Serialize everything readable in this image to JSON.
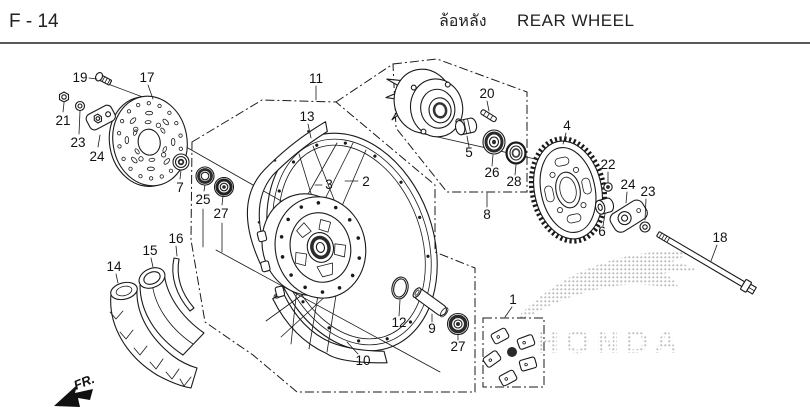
{
  "header": {
    "page_code": "F - 14",
    "title_th": "ล้อหลัง",
    "title_en": "REAR WHEEL"
  },
  "watermark": {
    "brand": "HONDA"
  },
  "footer": {
    "front_label": "FR."
  },
  "colors": {
    "line": "#1a1a1a",
    "watermark_dots": "#bdbdbd",
    "background": "#ffffff"
  },
  "callouts": [
    {
      "label": "19"
    },
    {
      "label": "17"
    },
    {
      "label": "21"
    },
    {
      "label": "23"
    },
    {
      "label": "24"
    },
    {
      "label": "7"
    },
    {
      "label": "25"
    },
    {
      "label": "27"
    },
    {
      "label": "16"
    },
    {
      "label": "15"
    },
    {
      "label": "14"
    },
    {
      "label": "11"
    },
    {
      "label": "13"
    },
    {
      "label": "3"
    },
    {
      "label": "2"
    },
    {
      "label": "20"
    },
    {
      "label": "5"
    },
    {
      "label": "26"
    },
    {
      "label": "28"
    },
    {
      "label": "8"
    },
    {
      "label": "4"
    },
    {
      "label": "22"
    },
    {
      "label": "24"
    },
    {
      "label": "23"
    },
    {
      "label": "6"
    },
    {
      "label": "18"
    },
    {
      "label": "12"
    },
    {
      "label": "9"
    },
    {
      "label": "27"
    },
    {
      "label": "10"
    },
    {
      "label": "1"
    }
  ]
}
